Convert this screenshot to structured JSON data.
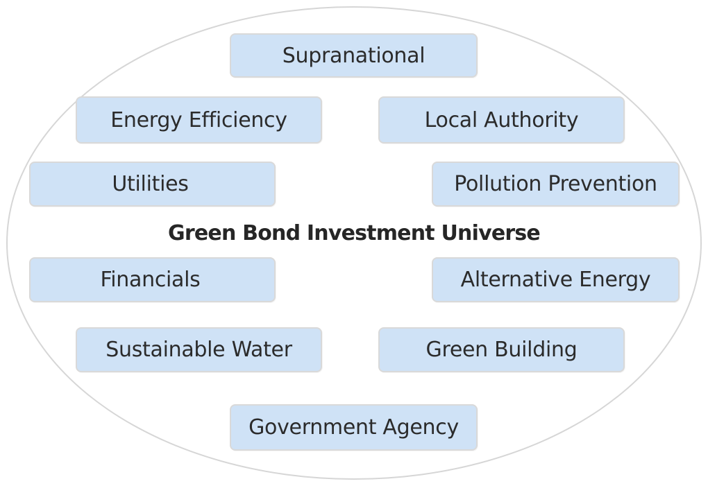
{
  "diagram": {
    "center_label": "Green Bond Investment Universe",
    "sectors": {
      "supranational": "Supranational",
      "energy_efficiency": "Energy Efficiency",
      "local_authority": "Local Authority",
      "utilities": "Utilities",
      "pollution_prevention": "Pollution Prevention",
      "financials": "Financials",
      "alternative_energy": "Alternative Energy",
      "sustainable_water": "Sustainable Water",
      "green_building": "Green Building",
      "government_agency": "Government Agency"
    },
    "colors": {
      "box_fill": "#cfe2f6",
      "box_border": "#d9d9d9",
      "ellipse_border": "#d6d6d6",
      "text": "#2b2b2b"
    }
  }
}
